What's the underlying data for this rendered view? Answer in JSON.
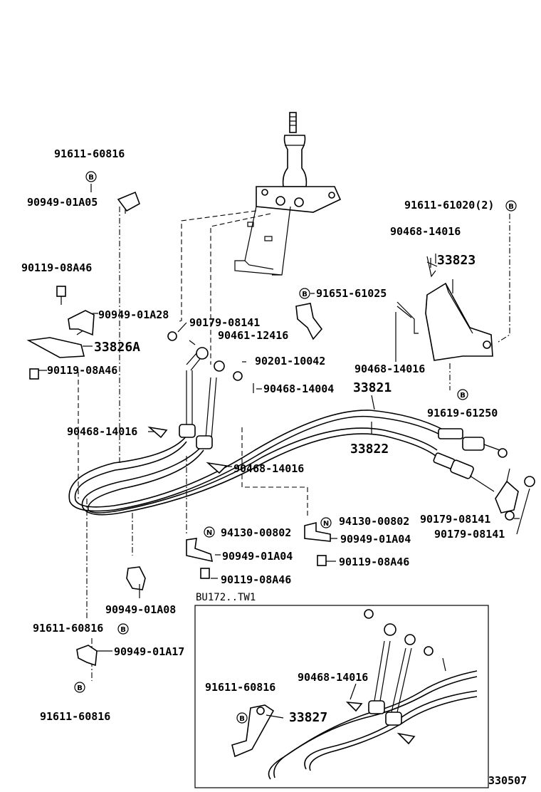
{
  "labels": {
    "p1": "91611-60816",
    "p2": "90949-01A05",
    "p3": "90119-08A46",
    "p4": "90949-01A28",
    "p5": "90179-08141",
    "p6": "90461-12416",
    "p7": "33826A",
    "p8": "90119-08A46",
    "p9": "90201-10042",
    "p10": "90468-14004",
    "p11": "33821",
    "p12": "33822",
    "p13": "90468-14016",
    "p14": "90468-14016",
    "p15": "91651-61025",
    "p16": "91611-61020(2)",
    "p17": "90468-14016",
    "p18": "33823",
    "p19": "90468-14016",
    "p20": "91619-61250",
    "p21": "94130-00802",
    "p22": "90949-01A04",
    "p23": "90119-08A46",
    "p24": "90179-08141",
    "p25": "90179-08141",
    "p26": "94130-00802",
    "p27": "90949-01A04",
    "p28": "90119-08A46",
    "p29": "90949-01A08",
    "p30": "91611-60816",
    "p31": "90949-01A17",
    "p32": "91611-60816",
    "inset_title": "BU172..TW1",
    "p33": "90468-14016",
    "p34": "91611-60816",
    "p35": "33827",
    "ref": "330507"
  },
  "markers": {
    "b": "B",
    "n": "N"
  }
}
